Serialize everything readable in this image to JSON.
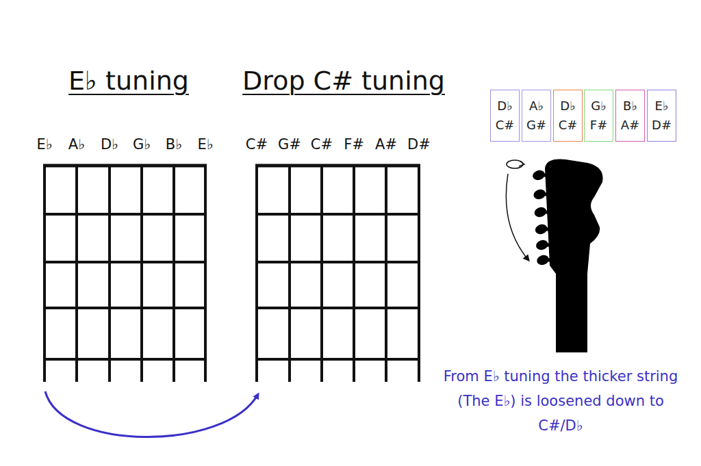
{
  "diagram": {
    "caption": "From E♭ tuning the thicker string (The E♭) is loosened down to C#/D♭",
    "nodes": [
      {
        "text": [
          "D♭",
          "C#"
        ]
      },
      {
        "text": [
          "A♭",
          "G#"
        ]
      },
      {
        "text": [
          "D♭",
          "C#"
        ]
      },
      {
        "text": [
          "G♭",
          "F#"
        ]
      },
      {
        "text": [
          "B♭",
          "A#"
        ]
      },
      {
        "text": [
          "E♭",
          "D#"
        ]
      }
    ],
    "labels": [
      "E♭ tuning",
      "Drop C# tuning",
      "E♭",
      "A♭",
      "D♭",
      "G♭",
      "B♭",
      "E♭",
      "C#",
      "G#",
      "C#",
      "F#",
      "A#",
      "D#"
    ]
  }
}
